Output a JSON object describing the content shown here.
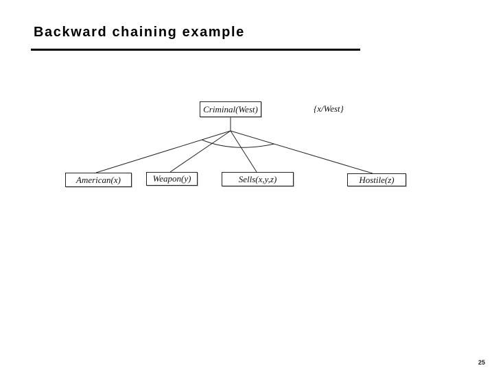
{
  "slide": {
    "title": "Backward chaining example",
    "page_number": "25"
  },
  "diagram": {
    "type": "and-tree",
    "goal": {
      "label": "Criminal(West)"
    },
    "substitution_label": "{x/West}",
    "premises": [
      {
        "label": "American(x)"
      },
      {
        "label": "Weapon(y)"
      },
      {
        "label": "Sells(x,y,z)"
      },
      {
        "label": "Hostile(z)"
      }
    ],
    "colors": {
      "background": "#ffffff",
      "line": "#222222",
      "box_border": "#222222",
      "text": "#111111"
    }
  }
}
